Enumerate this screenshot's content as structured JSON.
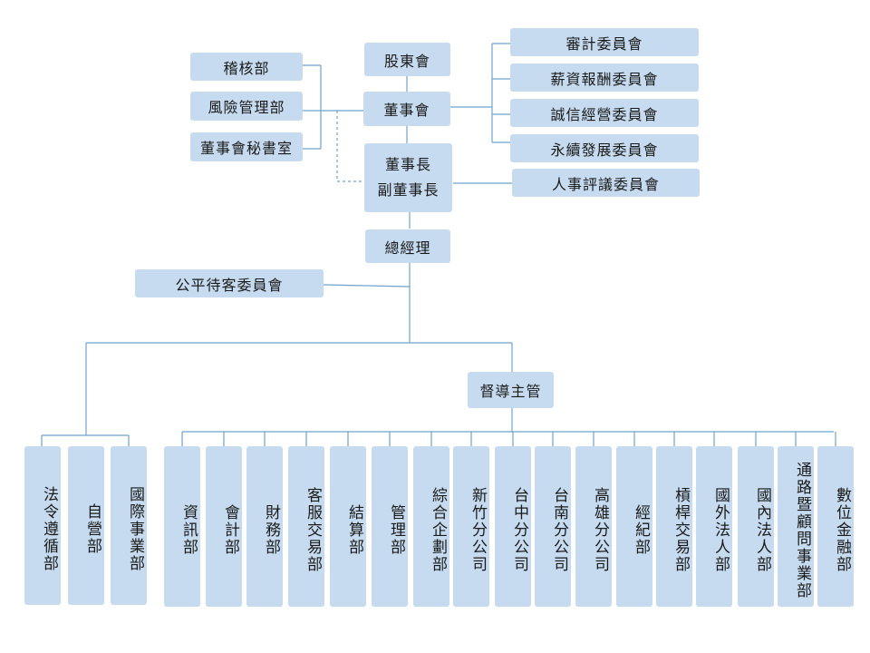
{
  "chart": {
    "shareholders": "股東會",
    "board": "董事會",
    "chairman": "董事長",
    "vice_chairman": "副董事長",
    "gm": "總經理",
    "supervisor": "督導主管",
    "left_units": [
      "稽核部",
      "風險管理部",
      "董事會秘書室"
    ],
    "committees": [
      "審計委員會",
      "薪資報酬委員會",
      "誠信經營委員會",
      "永續發展委員會"
    ],
    "personnel_committee": "人事評議委員會",
    "fair_committee": "公平待客委員會",
    "direct_depts": [
      "法令遵循部",
      "自營部",
      "國際事業部"
    ],
    "supervised_depts": [
      "資訊部",
      "會計部",
      "財務部",
      "客服交易部",
      "結算部",
      "管理部",
      "綜合企劃部",
      "新竹分公司",
      "台中分公司",
      "台南分公司",
      "高雄分公司",
      "經紀部",
      "槓桿交易部",
      "國外法人部",
      "國內法人部",
      "通路暨顧問事業部",
      "數位金融部"
    ]
  },
  "colors": {
    "box": "#c6dbef",
    "line": "#6fa3cf",
    "text": "#1a1a1a"
  }
}
